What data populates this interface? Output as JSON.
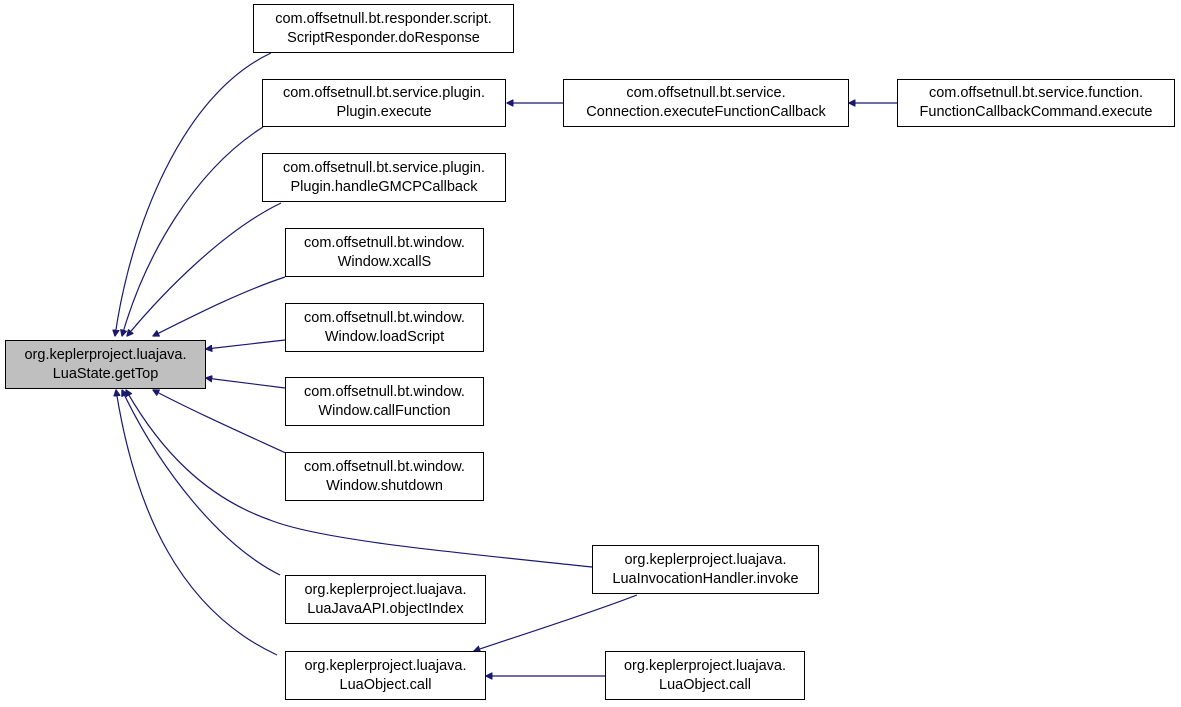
{
  "colors": {
    "edge": "#191970",
    "root_fill": "#bfbfbf",
    "node_fill": "#ffffff",
    "border": "#000000"
  },
  "nodes": {
    "root": {
      "line1": "org.keplerproject.luajava.",
      "line2": "LuaState.getTop"
    },
    "script_responder": {
      "line1": "com.offsetnull.bt.responder.script.",
      "line2": "ScriptResponder.doResponse"
    },
    "plugin_execute": {
      "line1": "com.offsetnull.bt.service.plugin.",
      "line2": "Plugin.execute"
    },
    "plugin_gmcp": {
      "line1": "com.offsetnull.bt.service.plugin.",
      "line2": "Plugin.handleGMCPCallback"
    },
    "window_xcalls": {
      "line1": "com.offsetnull.bt.window.",
      "line2": "Window.xcallS"
    },
    "window_loadscript": {
      "line1": "com.offsetnull.bt.window.",
      "line2": "Window.loadScript"
    },
    "window_callfunction": {
      "line1": "com.offsetnull.bt.window.",
      "line2": "Window.callFunction"
    },
    "window_shutdown": {
      "line1": "com.offsetnull.bt.window.",
      "line2": "Window.shutdown"
    },
    "connection_callback": {
      "line1": "com.offsetnull.bt.service.",
      "line2": "Connection.executeFunctionCallback"
    },
    "function_callback_command": {
      "line1": "com.offsetnull.bt.service.function.",
      "line2": "FunctionCallbackCommand.execute"
    },
    "invocation_handler": {
      "line1": "org.keplerproject.luajava.",
      "line2": "LuaInvocationHandler.invoke"
    },
    "luajavaapi_objectindex": {
      "line1": "org.keplerproject.luajava.",
      "line2": "LuaJavaAPI.objectIndex"
    },
    "luaobject_call": {
      "line1": "org.keplerproject.luajava.",
      "line2": "LuaObject.call"
    },
    "luaobject_call_caller": {
      "line1": "org.keplerproject.luajava.",
      "line2": "LuaObject.call"
    }
  }
}
